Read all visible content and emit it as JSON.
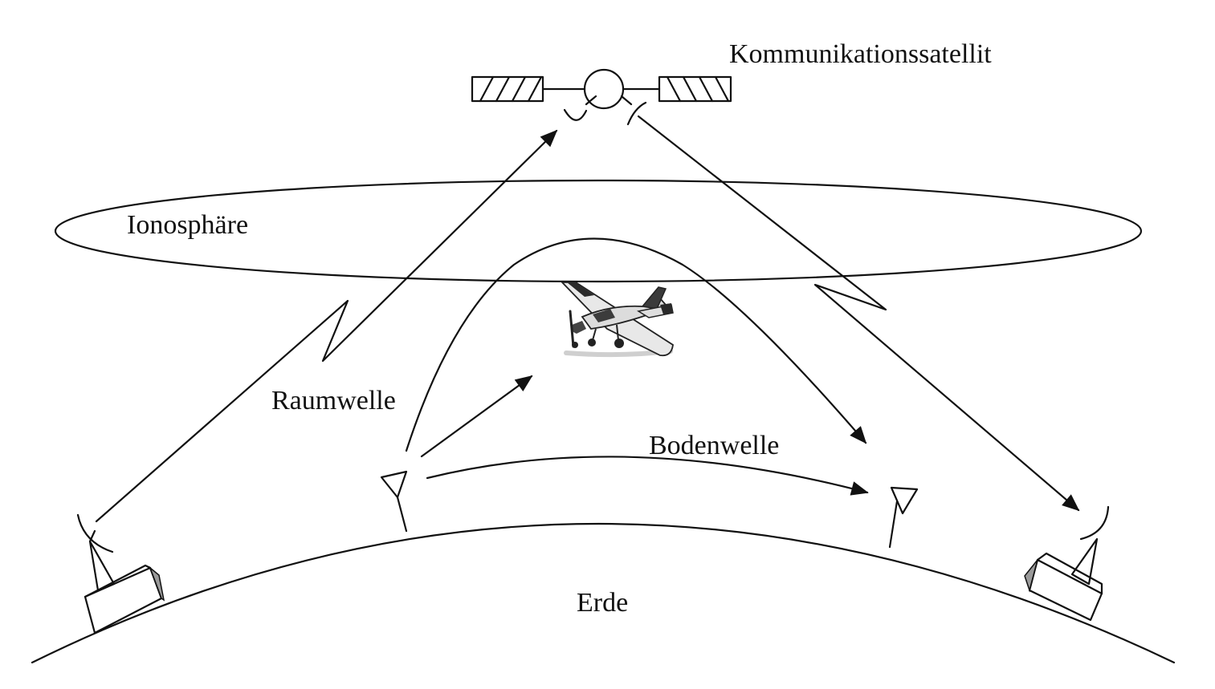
{
  "labels": {
    "satellite": "Kommunikationssatellit",
    "ionosphere": "Ionosphäre",
    "sky_wave": "Raumwelle",
    "ground_wave": "Bodenwelle",
    "earth": "Erde"
  },
  "colors": {
    "stroke": "#111111",
    "background": "#ffffff",
    "plane_body": "#e6e6e6",
    "plane_dark": "#2a2a2a",
    "station_side": "#9a9a9a"
  },
  "icons": [
    "satellite-icon",
    "airplane-icon",
    "dish-antenna-icon",
    "mast-antenna-icon"
  ]
}
